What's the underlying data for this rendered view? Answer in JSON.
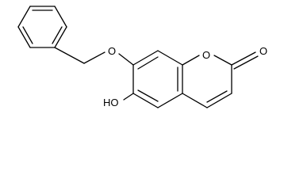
{
  "molecule": {
    "atoms": {
      "ether_oxygen": "O",
      "ring_oxygen": "O",
      "carbonyl_oxygen": "O",
      "hydroxyl": "HO"
    }
  }
}
